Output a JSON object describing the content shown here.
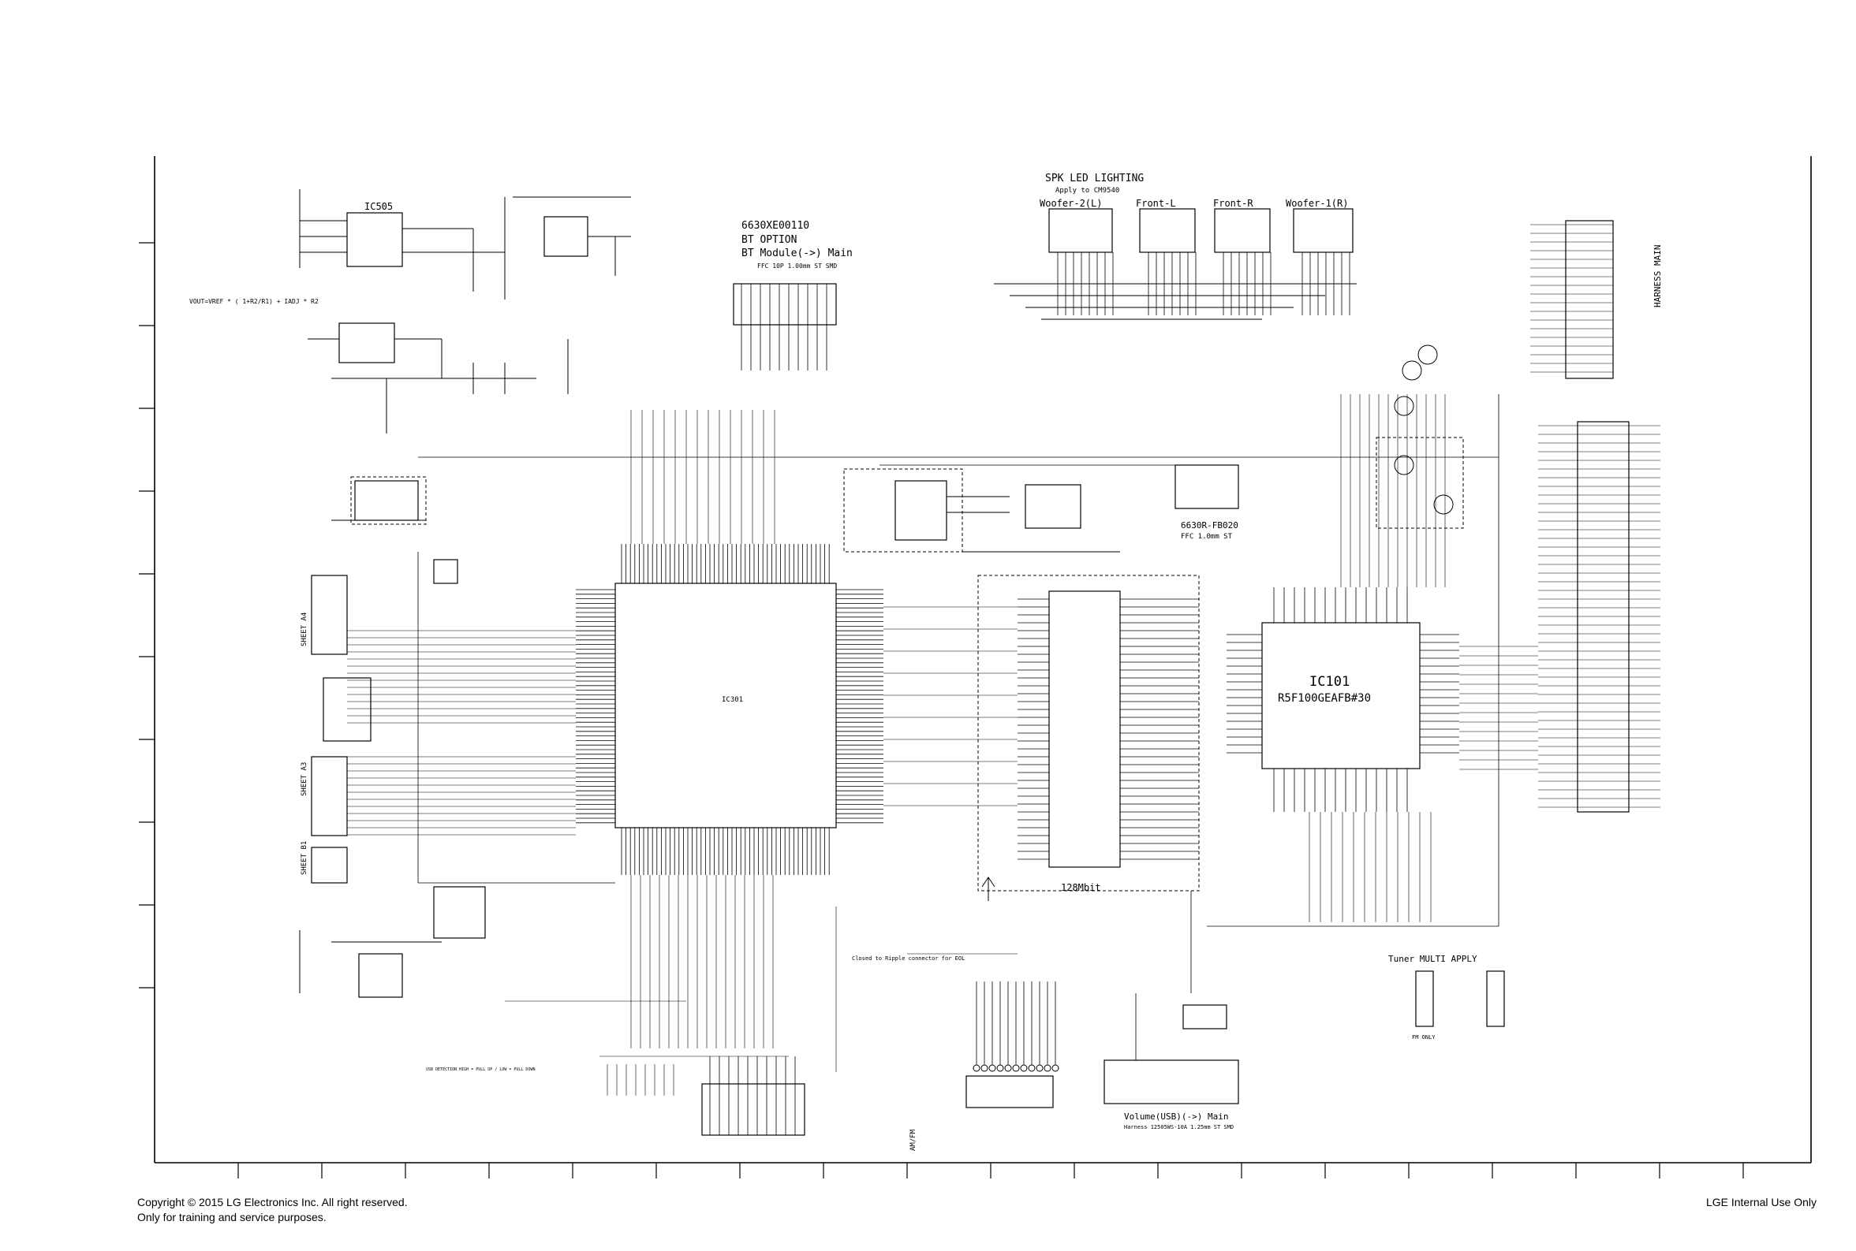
{
  "footer": {
    "copyright": "Copyright © 2015 LG Electronics Inc. All right reserved.",
    "training": "Only for training and service purposes.",
    "internal": "LGE Internal Use Only"
  },
  "labels": {
    "spk_title": "SPK LED LIGHTING",
    "spk_apply": "Apply to CM9540",
    "woofer_l": "Woofer-2(L)",
    "front_l": "Front-L",
    "front_r": "Front-R",
    "woofer_r": "Woofer-1(R)",
    "bt_code": "6630XE00110",
    "bt_option": "BT OPTION",
    "bt_module": "BT Module(->) Main",
    "bt_ffc": "FFC 10P 1.00mm ST SMD",
    "ic505": "IC505",
    "ic101": "IC101",
    "ic101_part": "R5F100GEAFB#30",
    "ic301": "IC301",
    "spi_flash": "128Mbit",
    "ffc_code": "6630R-FB020",
    "ffc_desc": "FFC 1.0mm ST",
    "harness_main": "HARNESS MAIN",
    "tuner": "Tuner MULTI APPLY",
    "fm_only": "FM ONLY",
    "volume": "Volume(USB)(->) Main",
    "volume_harness": "Harness 12505WS-10A 1.25mm ST SMD",
    "amfm": "AM/FM",
    "ic_formula": "VOUT=VREF * ( 1+R2/R1) + IADJ * R2",
    "sheet_a4": "SHEET A4",
    "sheet_a3": "SHEET A3",
    "sheet_b1": "SHEET B1",
    "closed_note": "Closed to Ripple connector for EOL",
    "usb_note": "USB DETECTION  HIGH = PULL UP / LOW = PULL DOWN"
  },
  "colors": {
    "ink": "#000000",
    "paper": "#ffffff"
  }
}
